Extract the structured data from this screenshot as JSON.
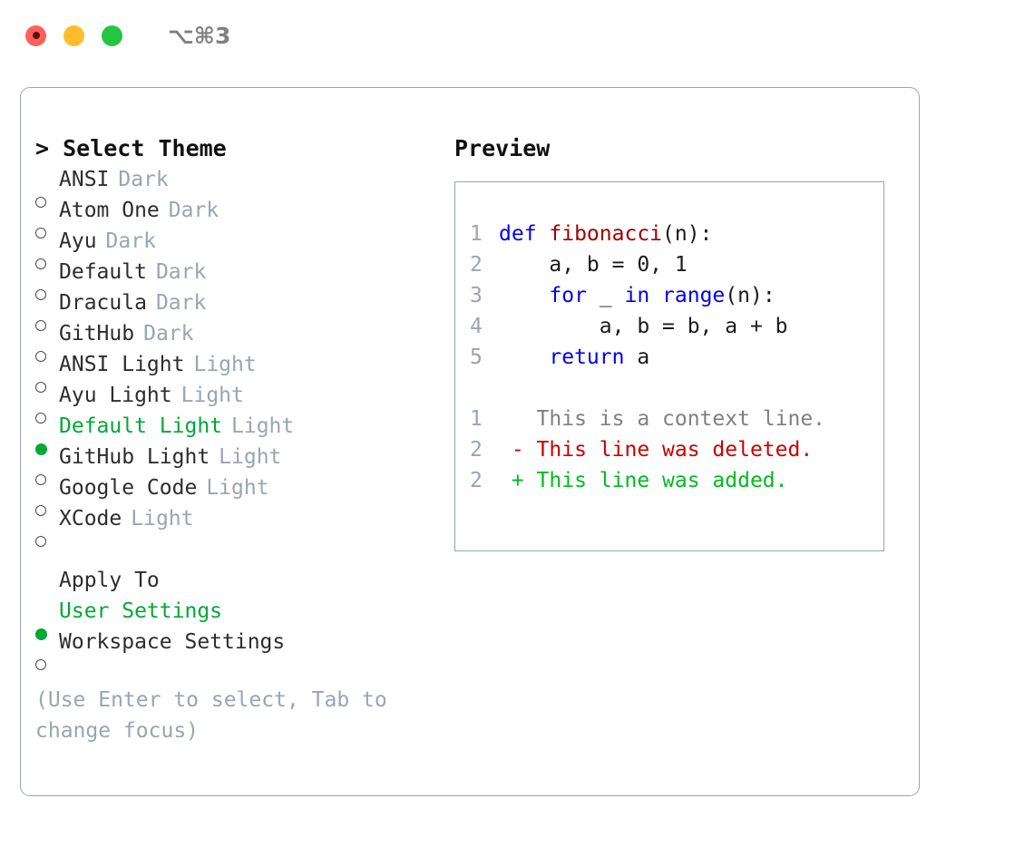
{
  "titlebar": {
    "lights": [
      "close-red",
      "minimize-yellow",
      "zoom-green"
    ],
    "shortcut": "⌥⌘3"
  },
  "theme_picker": {
    "header": "> Select Theme",
    "items": [
      {
        "label": "ANSI",
        "tag": "Dark",
        "selected": false
      },
      {
        "label": "Atom One",
        "tag": "Dark",
        "selected": false
      },
      {
        "label": "Ayu",
        "tag": "Dark",
        "selected": false
      },
      {
        "label": "Default",
        "tag": "Dark",
        "selected": false
      },
      {
        "label": "Dracula",
        "tag": "Dark",
        "selected": false
      },
      {
        "label": "GitHub",
        "tag": "Dark",
        "selected": false
      },
      {
        "label": "ANSI Light",
        "tag": "Light",
        "selected": false
      },
      {
        "label": "Ayu Light",
        "tag": "Light",
        "selected": false
      },
      {
        "label": "Default Light",
        "tag": "Light",
        "selected": true
      },
      {
        "label": "GitHub Light",
        "tag": "Light",
        "selected": false
      },
      {
        "label": "Google Code",
        "tag": "Light",
        "selected": false
      },
      {
        "label": "XCode",
        "tag": "Light",
        "selected": false
      }
    ]
  },
  "apply_to": {
    "header": "Apply To",
    "items": [
      {
        "label": "User Settings",
        "selected": true
      },
      {
        "label": "Workspace Settings",
        "selected": false
      }
    ]
  },
  "hint": "(Use Enter to select, Tab to change focus)",
  "preview": {
    "title": "Preview",
    "code_lines": [
      {
        "number": "1",
        "tokens": [
          {
            "t": "def ",
            "c": "kw"
          },
          {
            "t": "fibonacci",
            "c": "fn"
          },
          {
            "t": "(n):",
            "c": "plain"
          }
        ]
      },
      {
        "number": "2",
        "tokens": [
          {
            "t": "    a, b = 0, 1",
            "c": "plain"
          }
        ]
      },
      {
        "number": "3",
        "tokens": [
          {
            "t": "    ",
            "c": "plain"
          },
          {
            "t": "for",
            "c": "kw"
          },
          {
            "t": " _ ",
            "c": "plain"
          },
          {
            "t": "in",
            "c": "kw"
          },
          {
            "t": " ",
            "c": "plain"
          },
          {
            "t": "range",
            "c": "kw"
          },
          {
            "t": "(n):",
            "c": "plain"
          }
        ]
      },
      {
        "number": "4",
        "tokens": [
          {
            "t": "        a, b = b, a + b",
            "c": "plain"
          }
        ]
      },
      {
        "number": "5",
        "tokens": [
          {
            "t": "    ",
            "c": "plain"
          },
          {
            "t": "return",
            "c": "kw"
          },
          {
            "t": " a",
            "c": "plain"
          }
        ]
      }
    ],
    "diff_lines": [
      {
        "number": "1",
        "tokens": [
          {
            "t": "   This is a context line.",
            "c": "ctx"
          }
        ]
      },
      {
        "number": "2",
        "tokens": [
          {
            "t": " - This line was deleted.",
            "c": "del"
          }
        ]
      },
      {
        "number": "2",
        "tokens": [
          {
            "t": " + This line was added.",
            "c": "add"
          }
        ]
      }
    ]
  },
  "colors": {
    "accent_green": "#00a838",
    "muted_grey": "#9aa5b1",
    "keyword_blue": "#0000ee",
    "function_red": "#a00000",
    "diff_deleted": "#cc0000",
    "diff_added": "#00bb22",
    "border": "#9aa5b1"
  }
}
